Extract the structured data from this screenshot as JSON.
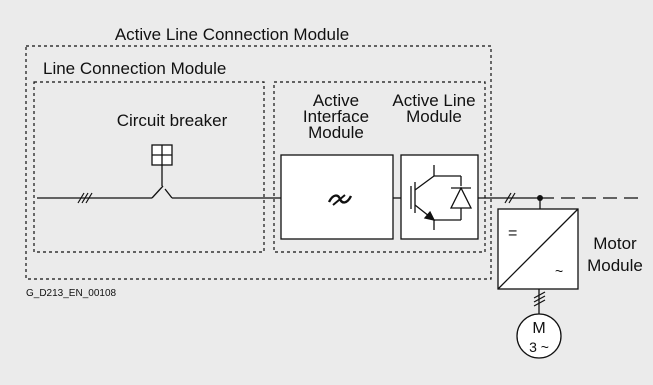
{
  "diagram": {
    "active_line_connection_module_label": "Active Line Connection Module",
    "line_connection_module_label": "Line Connection Module",
    "circuit_breaker_label": "Circuit breaker",
    "active_interface_module_label": [
      "Active",
      "Interface",
      "Module"
    ],
    "active_line_module_label": [
      "Active Line",
      "Module"
    ],
    "motor_module_label": [
      "Motor",
      "Module"
    ],
    "motor_label": [
      "M",
      "3 ~"
    ],
    "figure_id": "G_D213_EN_00108",
    "colors": {
      "background": "#ebebeb",
      "line": "#111111",
      "box_fill": "#ffffff"
    }
  }
}
